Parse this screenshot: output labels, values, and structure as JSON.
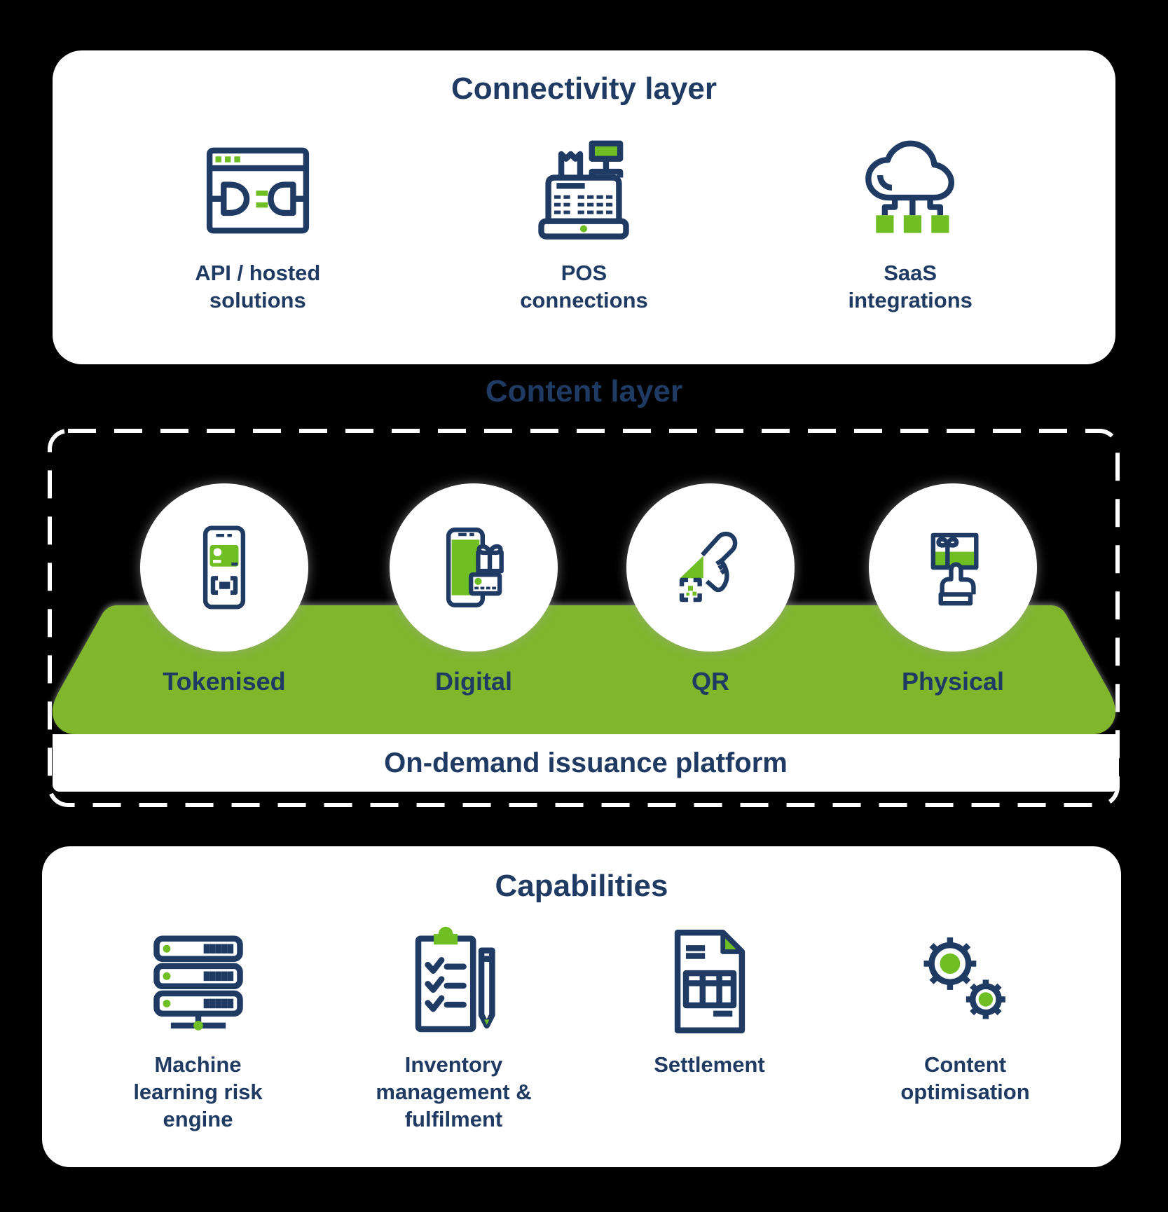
{
  "colors": {
    "navy": "#1f3a63",
    "icon_green": "#6fbe23",
    "band_green": "#7fb62c",
    "card_bg": "#ffffff",
    "canvas_bg": "#000000"
  },
  "connectivity": {
    "title": "Connectivity layer",
    "items": [
      {
        "label": "API / hosted\nsolutions",
        "icon": "browser-plugs-icon"
      },
      {
        "label": "POS\nconnections",
        "icon": "cash-register-icon"
      },
      {
        "label": "SaaS\nintegrations",
        "icon": "cloud-integrations-icon"
      }
    ]
  },
  "content_layer": {
    "title": "Content layer",
    "platform_label": "On-demand issuance platform",
    "items": [
      {
        "label": "Tokenised",
        "icon": "phone-barcode-icon"
      },
      {
        "label": "Digital",
        "icon": "phone-gift-icon"
      },
      {
        "label": "QR",
        "icon": "qr-scanner-icon"
      },
      {
        "label": "Physical",
        "icon": "gift-card-hand-icon"
      }
    ]
  },
  "capabilities": {
    "title": "Capabilities",
    "items": [
      {
        "label": "Machine\nlearning risk\nengine",
        "icon": "server-stack-icon"
      },
      {
        "label": "Inventory\nmanagement &\nfulfilment",
        "icon": "clipboard-checklist-icon"
      },
      {
        "label": "Settlement",
        "icon": "settlement-document-icon"
      },
      {
        "label": "Content\noptimisation",
        "icon": "gears-icon"
      }
    ]
  }
}
